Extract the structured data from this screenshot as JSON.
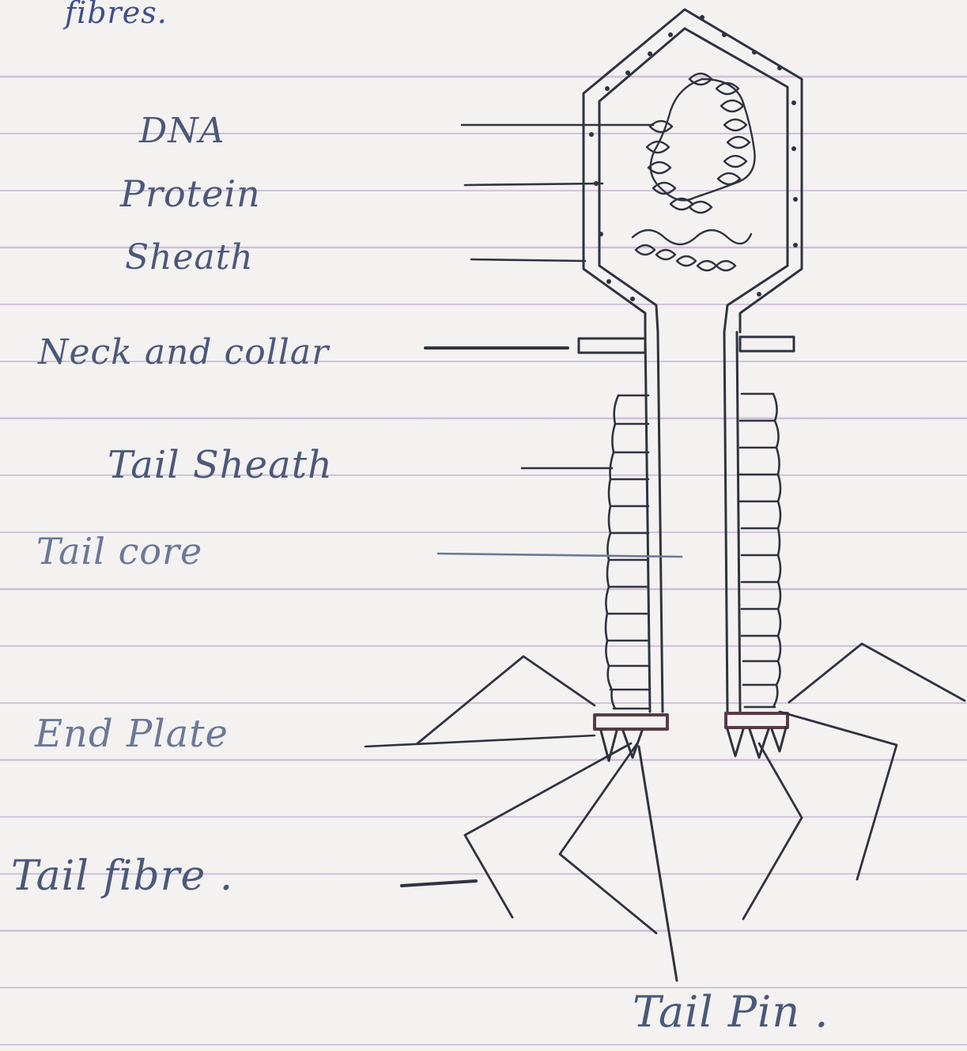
{
  "heading_fragment": "fibres.",
  "labels": {
    "dna": "DNA",
    "protein": "Protein",
    "sheath": "Sheath",
    "neck_collar": "Neck and collar",
    "tail_sheath": "Tail Sheath",
    "tail_core": "Tail core",
    "end_plate": "End Plate",
    "tail_fibre": "Tail fibre .",
    "tail_pin": "Tail Pin ."
  },
  "colors": {
    "paper": "#f3f2f1",
    "ruled_line": "#b096c4",
    "ink_pencil": "#2f3340",
    "ink_blue": "#4a587a",
    "plate_accent": "#5a3a44"
  }
}
